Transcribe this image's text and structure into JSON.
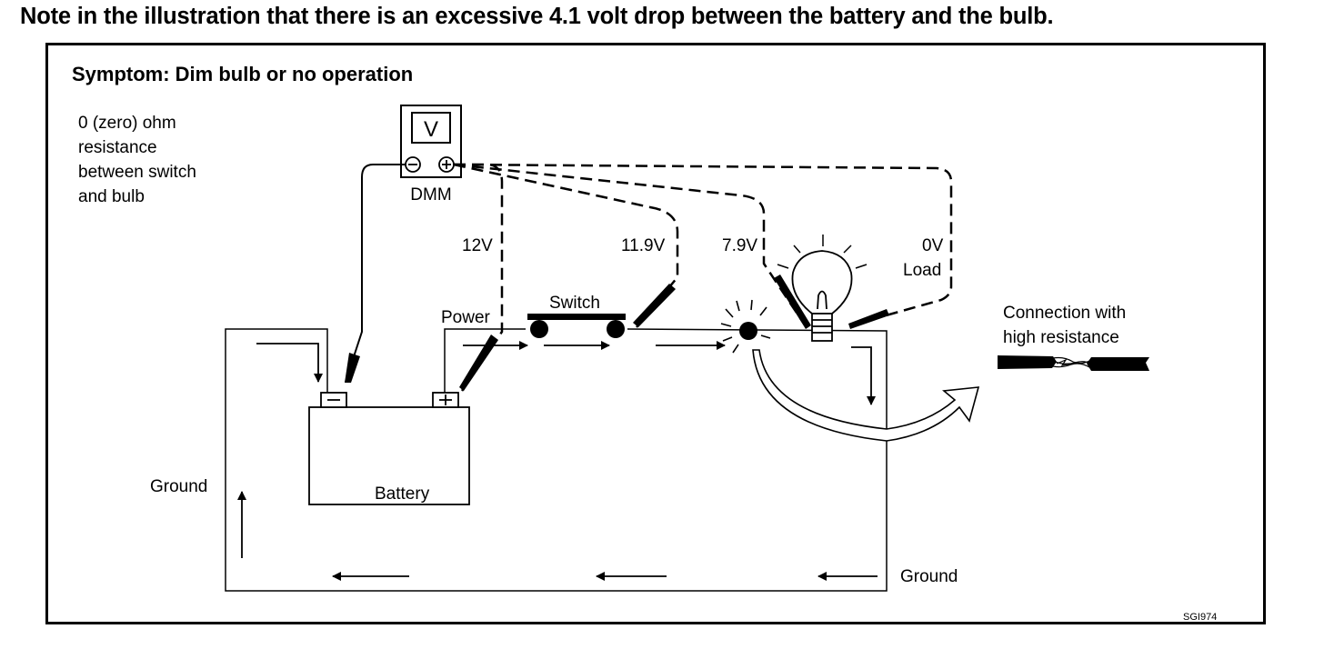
{
  "heading": "Note in the illustration that there is an excessive 4.1 volt drop between the battery and the bulb.",
  "diagram": {
    "symptom": "Symptom: Dim bulb or no operation",
    "resistance_note": [
      "0 (zero) ohm",
      "resistance",
      "between switch",
      "and bulb"
    ],
    "meter_symbol": "V",
    "meter_label": "DMM",
    "readings": {
      "battery_positive": "12V",
      "after_switch": "11.9V",
      "before_bulb": "7.9V",
      "after_bulb": "0V"
    },
    "load_label": "Load",
    "switch_label": "Switch",
    "power_label": "Power",
    "battery_label": "Battery",
    "ground_left": "Ground",
    "ground_right": "Ground",
    "callout": [
      "Connection with",
      "high resistance"
    ],
    "figure_code": "SGI974"
  }
}
